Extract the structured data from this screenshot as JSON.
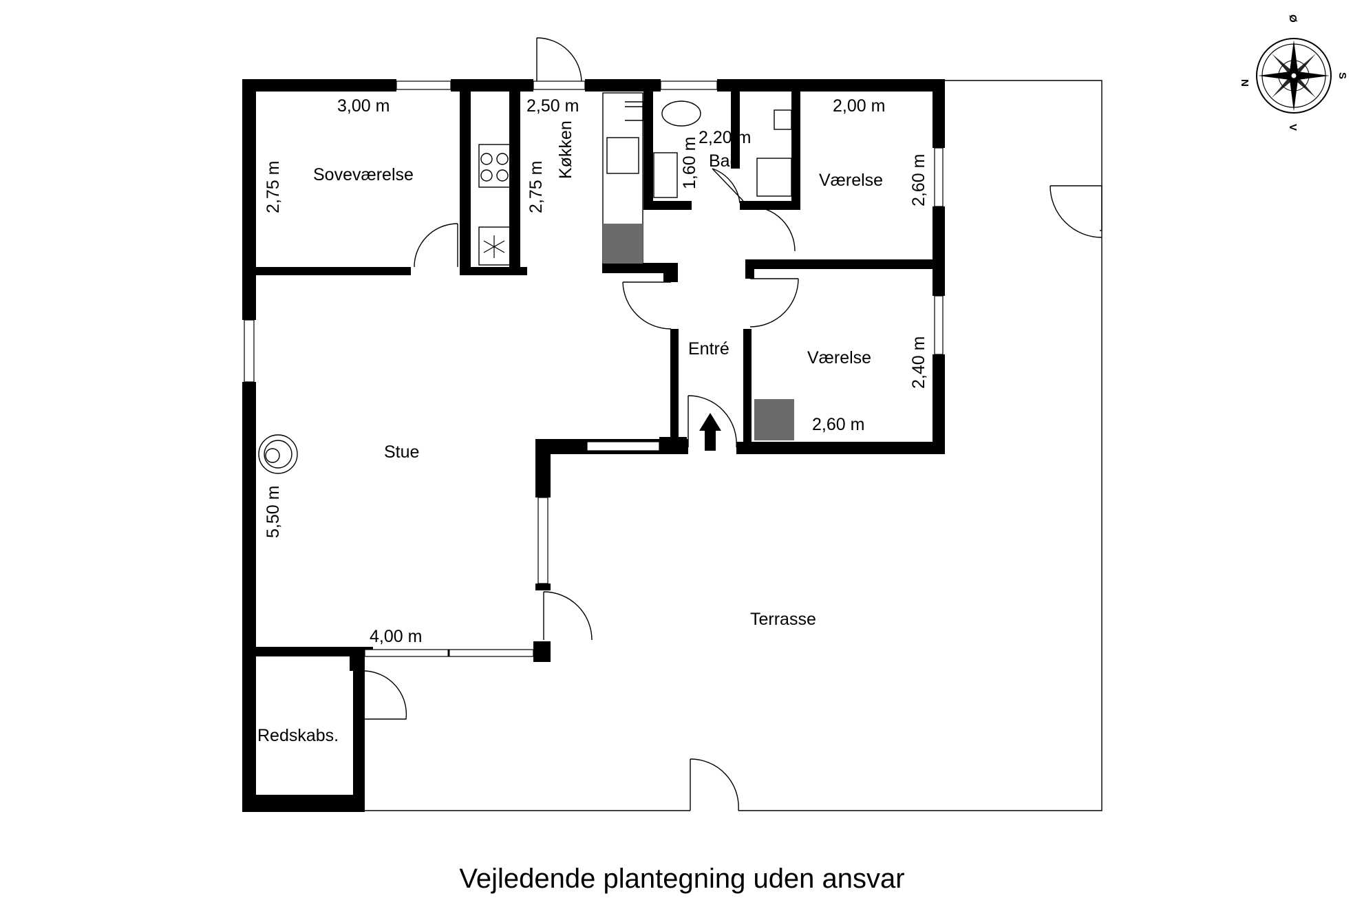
{
  "rooms": {
    "sovevaerelse": "Soveværelse",
    "koekken": "Køkken",
    "bad": "Bad",
    "vaerelse_top": "Værelse",
    "vaerelse_mid": "Værelse",
    "entre": "Entré",
    "stue": "Stue",
    "terrasse": "Terrasse",
    "redskabs": "Redskabs."
  },
  "dimensions": {
    "sove_width": "3,00 m",
    "sove_height": "2,75 m",
    "koekken_width": "2,50 m",
    "koekken_height": "2,75 m",
    "bad_width": "2,20 m",
    "bad_height": "1,60 m",
    "vaerelse_top_width": "2,00 m",
    "vaerelse_top_height": "2,60 m",
    "vaerelse_mid_height": "2,40 m",
    "vaerelse_mid_width": "2,60 m",
    "stue_height": "5,50 m",
    "stue_width": "4,00 m"
  },
  "compass": {
    "north": "N",
    "east": "Ø",
    "south": "S",
    "west": "V"
  },
  "caption": "Vejledende plantegning uden ansvar"
}
